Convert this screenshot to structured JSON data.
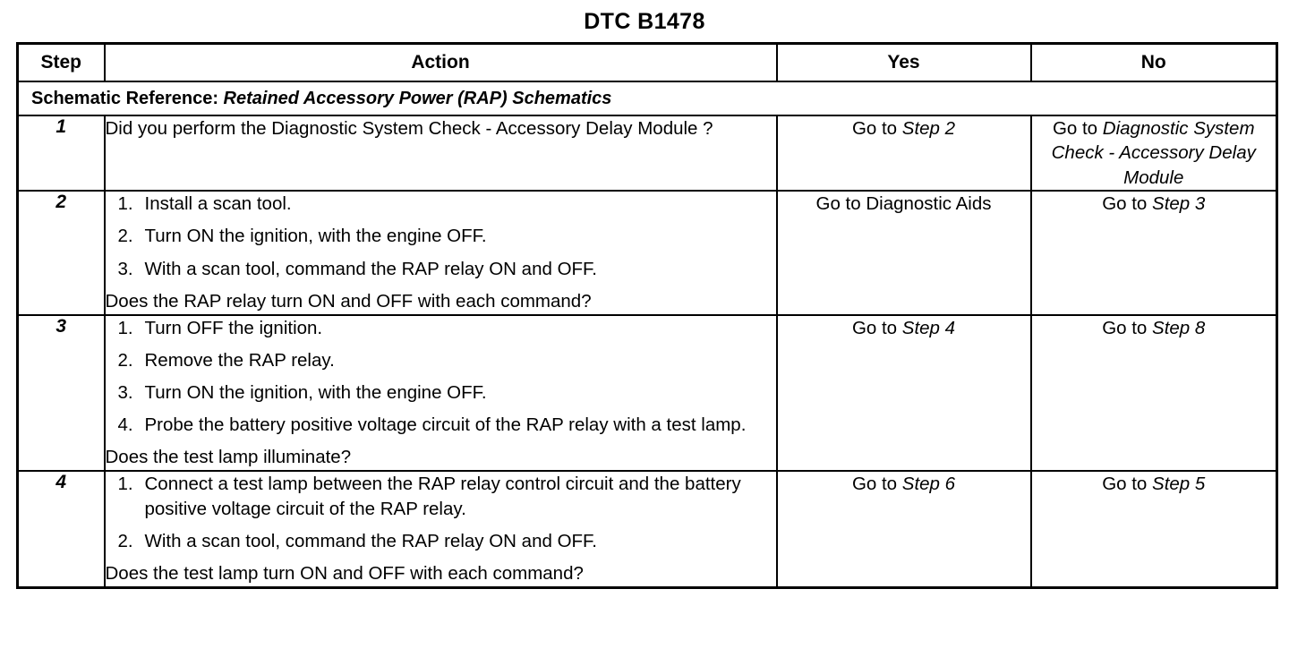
{
  "document": {
    "title": "DTC B1478"
  },
  "table": {
    "columns": [
      {
        "key": "step",
        "label": "Step"
      },
      {
        "key": "action",
        "label": "Action"
      },
      {
        "key": "yes",
        "label": "Yes"
      },
      {
        "key": "no",
        "label": "No"
      }
    ],
    "schematic_reference": {
      "label": "Schematic Reference:",
      "value": "Retained Accessory Power (RAP) Schematics"
    },
    "rows": [
      {
        "step": "1",
        "action_intro": "Did you perform the Diagnostic System Check - Accessory  Delay Module ?",
        "substeps": [],
        "question": "",
        "yes_prefix": "Go to ",
        "yes_italic": "Step 2",
        "yes_full": "Go to Step 2",
        "no_prefix": "Go to ",
        "no_italic": "Diagnostic System Check - Accessory  Delay Module",
        "no_full": "Go to Diagnostic System Check - Accessory  Delay Module"
      },
      {
        "step": "2",
        "action_intro": "",
        "substeps": [
          "Install a scan tool.",
          "Turn ON the ignition, with the engine OFF.",
          "With a scan tool, command the RAP relay ON and OFF."
        ],
        "question": "Does the RAP relay turn ON and OFF with each command?",
        "yes_prefix": "Go to Diagnostic Aids",
        "yes_italic": "",
        "yes_full": "Go to Diagnostic Aids",
        "no_prefix": "Go to ",
        "no_italic": "Step 3",
        "no_full": "Go to Step 3"
      },
      {
        "step": "3",
        "action_intro": "",
        "substeps": [
          "Turn OFF the ignition.",
          "Remove the RAP relay.",
          "Turn ON the ignition, with the engine OFF.",
          "Probe the battery positive voltage circuit of the RAP relay with a test lamp."
        ],
        "question": "Does the test lamp illuminate?",
        "yes_prefix": "Go to ",
        "yes_italic": "Step 4",
        "yes_full": "Go to Step 4",
        "no_prefix": "Go to ",
        "no_italic": "Step 8",
        "no_full": "Go to Step 8"
      },
      {
        "step": "4",
        "action_intro": "",
        "substeps": [
          "Connect a test lamp between the RAP relay control circuit and the battery positive voltage circuit of the RAP relay.",
          "With a scan tool, command the RAP relay ON and OFF."
        ],
        "question": "Does the test lamp turn ON and OFF with each command?",
        "yes_prefix": "Go to ",
        "yes_italic": "Step 6",
        "yes_full": "Go to Step 6",
        "no_prefix": "Go to ",
        "no_italic": "Step 5",
        "no_full": "Go to Step 5"
      }
    ]
  },
  "colors": {
    "ink": "#000000",
    "paper": "#ffffff"
  }
}
